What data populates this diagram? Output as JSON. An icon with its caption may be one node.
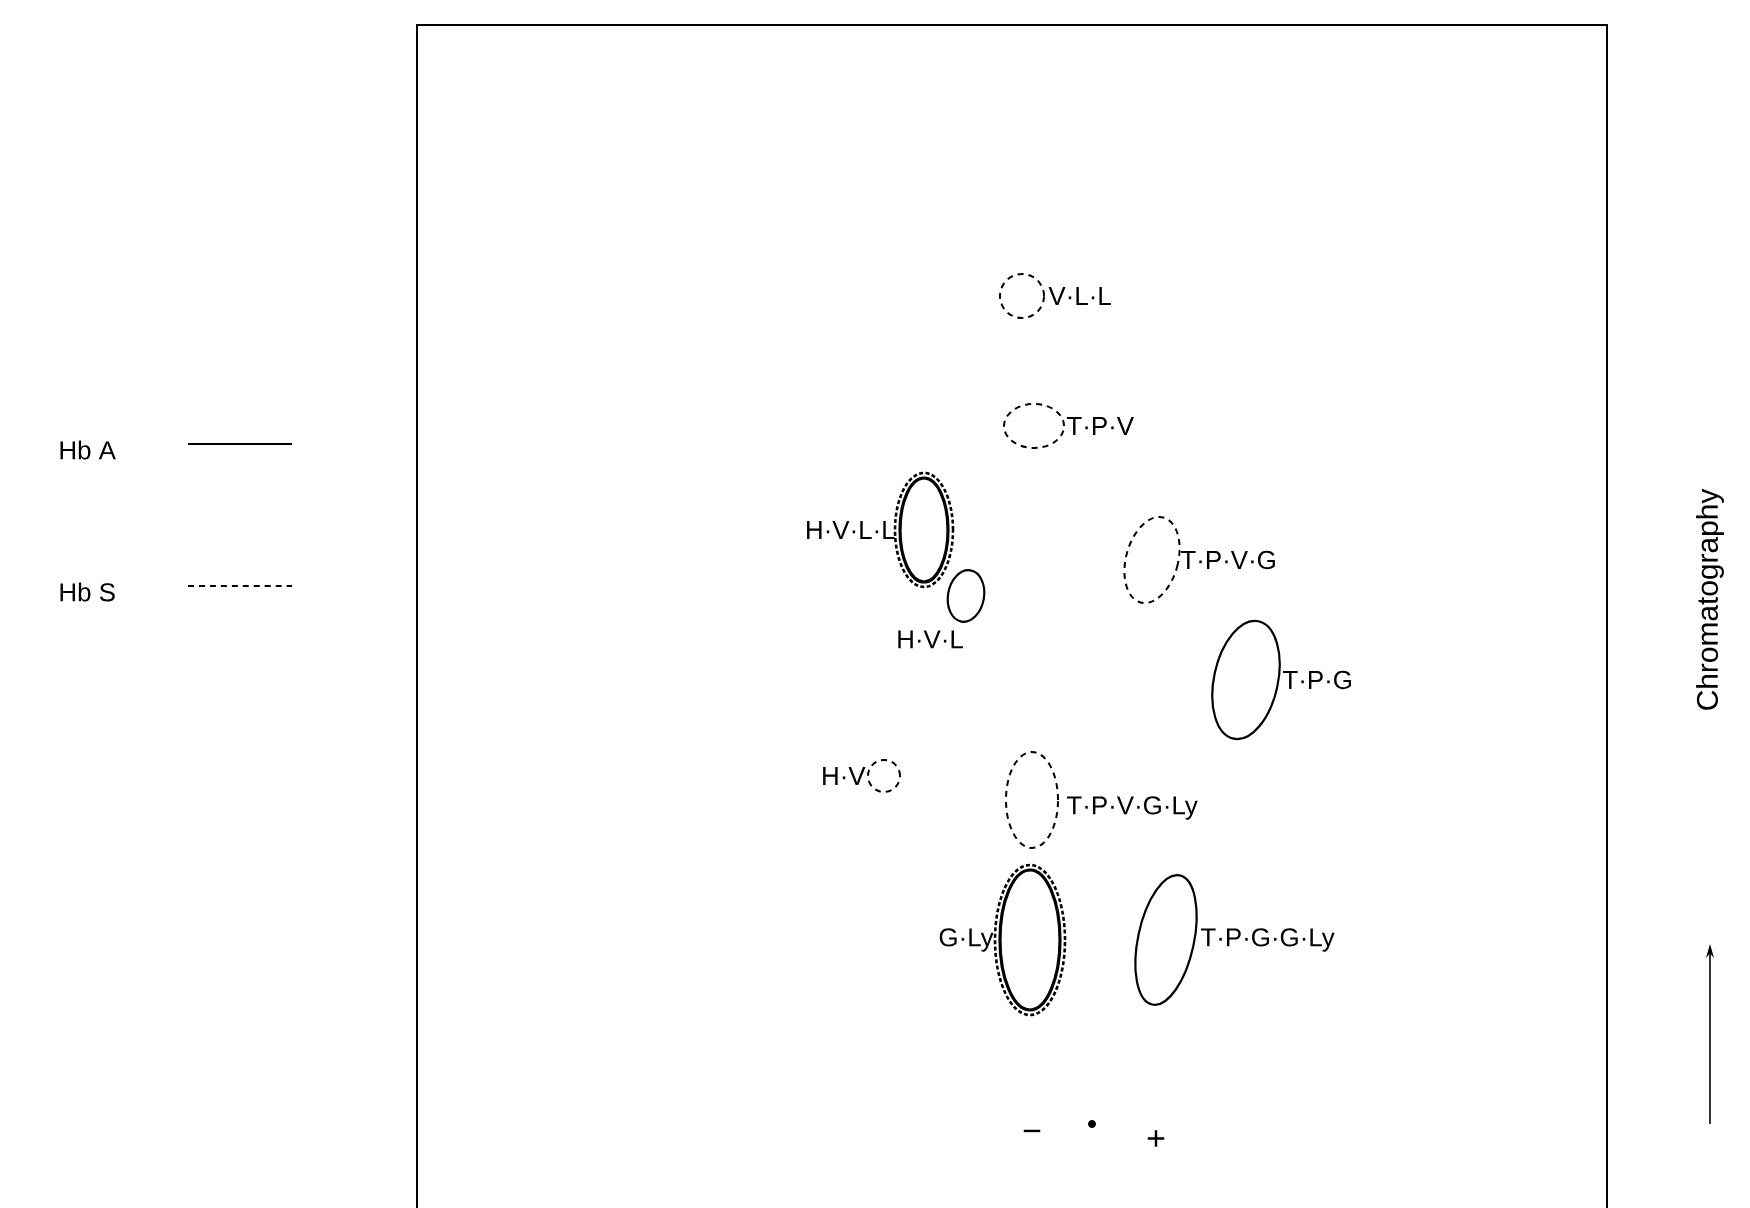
{
  "diagram": {
    "nodes": [
      {
        "text": [],
        "shape": "box"
      },
      {
        "text": [],
        "shape": "ellipse",
        "in": 0,
        "beside": [
          "V·L·L"
        ]
      },
      {
        "text": [],
        "shape": "ellipse",
        "in": 0,
        "beside": [
          "T·P·V"
        ]
      },
      {
        "text": [],
        "shape": "ellipse",
        "in": 0,
        "beside": [
          "H·V·L·L"
        ]
      },
      {
        "text": [],
        "shape": "ellipse",
        "in": 0,
        "beside": [
          "H·V·L"
        ]
      },
      {
        "text": [],
        "shape": "ellipse",
        "in": 0,
        "beside": [
          "T·P·V·G"
        ]
      },
      {
        "text": [],
        "shape": "ellipse",
        "in": 0,
        "beside": [
          "T·P·G"
        ]
      },
      {
        "text": [],
        "shape": "ellipse",
        "in": 0,
        "beside": [
          "H·V"
        ]
      },
      {
        "text": [],
        "shape": "ellipse",
        "in": 0,
        "beside": [
          "T·P·V·G·Ly"
        ]
      },
      {
        "text": [],
        "shape": "ellipse",
        "in": 0,
        "beside": [
          "G·Ly"
        ]
      },
      {
        "text": [],
        "shape": "ellipse",
        "in": 0,
        "beside": [
          "T·P·G·G·Ly"
        ]
      }
    ],
    "labels": [
      "−",
      "+",
      "Chromatography"
    ],
    "legend": [
      {
        "text": "Hb A"
      },
      {
        "text": "Hb S"
      }
    ]
  }
}
